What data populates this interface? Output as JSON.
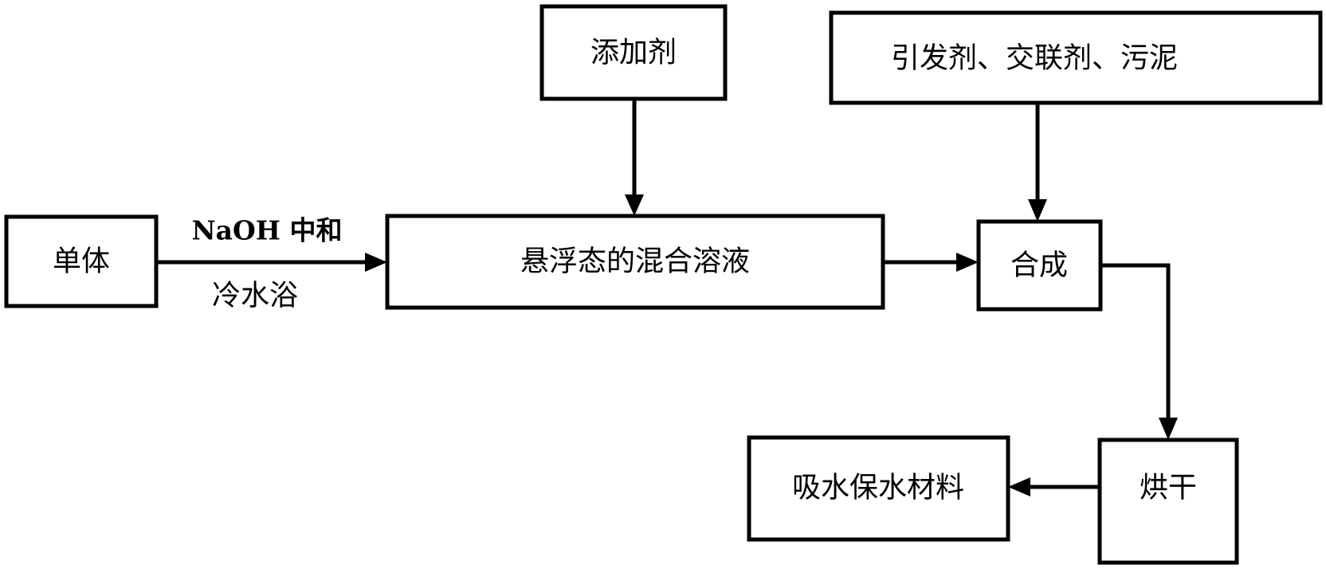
{
  "nodes": {
    "monomer": "单体",
    "additive": "添加剂",
    "mixed_solution": "悬浮态的混合溶液",
    "initiator_group": "引发剂、交联剂、污泥",
    "synthesis": "合成",
    "drying": "烘干",
    "product": "吸水保水材料"
  },
  "edges": {
    "neutralize": "NaOH 中和",
    "cold_bath": "冷水浴"
  }
}
